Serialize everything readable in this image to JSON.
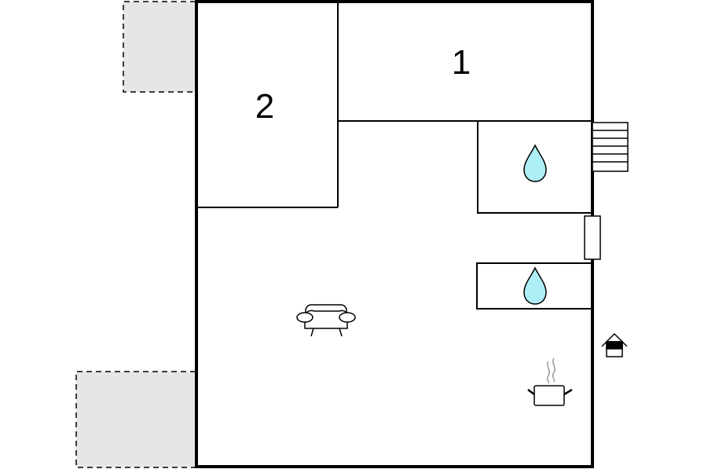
{
  "floorplan": {
    "rooms": [
      {
        "id": "bedroom-1",
        "label": "1"
      },
      {
        "id": "bedroom-2",
        "label": "2"
      }
    ],
    "icons": {
      "bathroom": "water-drop-icon",
      "toilet": "water-drop-icon",
      "living": "sofa-icon",
      "kitchen": "cooking-pot-icon",
      "entrance": "house-entrance-icon",
      "stairs": "stairs-icon"
    },
    "colors": {
      "wall": "#000000",
      "terrace_fill": "#e6e6e6",
      "water": "#aeeef6"
    }
  }
}
